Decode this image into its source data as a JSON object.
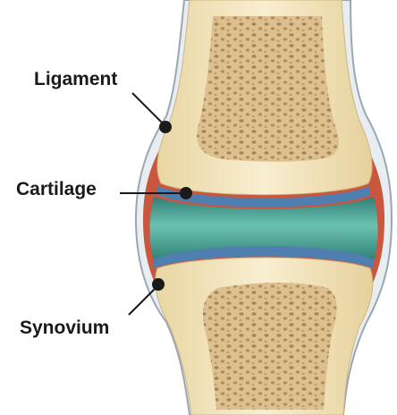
{
  "labels": {
    "ligament": "Ligament",
    "cartilage": "Cartilage",
    "synovium": "Synovium"
  },
  "colors": {
    "bone_shell": "#f3e6bf",
    "bone_marrow": "#d9b98a",
    "marrow_pore": "#b8925f",
    "cartilage_cap": "#4f7fb0",
    "synovial_fluid": "#3f9c8c",
    "synovium": "#c9563e",
    "ligament": "#b9c2cc",
    "leader_line": "#1a1a1a"
  }
}
